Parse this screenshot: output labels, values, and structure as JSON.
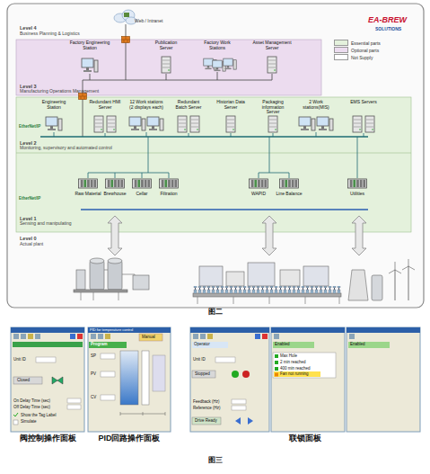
{
  "diagram": {
    "title": "图二",
    "caption": "图三",
    "nodes": [
      {
        "text": [
          "Level 3",
          "Manufacturing Operations Management"
        ]
      },
      {
        "text": [
          "Factory Engineering Station"
        ],
        "in": 0
      },
      {
        "text": [
          "Publication Server"
        ],
        "in": 0
      },
      {
        "text": [
          "Factory Work Stations"
        ],
        "in": 0
      },
      {
        "text": [
          "Asset Management Server"
        ],
        "in": 0
      },
      {
        "text": [
          "Level 2",
          "Monitoring, supervisory and automated control"
        ]
      },
      {
        "text": [
          "Engineering Station"
        ],
        "in": 5
      },
      {
        "text": [
          "Redundant HMI Server"
        ],
        "in": 5
      },
      {
        "text": [
          "12 Work stations (2 displays each)"
        ],
        "in": 5
      },
      {
        "text": [
          "Redundant Batch Server"
        ],
        "in": 5
      },
      {
        "text": [
          "Historian Data Server"
        ],
        "in": 5
      },
      {
        "text": [
          "Packaging information Server"
        ],
        "in": 5
      },
      {
        "text": [
          "2 Work stations(MIS)"
        ],
        "in": 5
      },
      {
        "text": [
          "EMS Servers"
        ],
        "in": 5
      },
      {
        "text": [
          "Level 1",
          "Sensing and manipulating"
        ]
      },
      {
        "text": [
          "Raw Material"
        ],
        "in": 14
      },
      {
        "text": [
          "Brewhouse"
        ],
        "in": 14
      },
      {
        "text": [
          "Cellar"
        ],
        "in": 14
      },
      {
        "text": [
          "Filtration"
        ],
        "in": 14
      },
      {
        "text": [
          "WAPID"
        ],
        "in": 14
      },
      {
        "text": [
          "Line Balance"
        ],
        "in": 14
      },
      {
        "text": [
          "Utilities"
        ],
        "in": 14
      },
      {
        "text": [
          "阀控制操作面板"
        ]
      },
      {
        "text": [
          "PID回路操作面板"
        ]
      },
      {
        "text": [
          "联锁面板"
        ]
      }
    ],
    "labels": [
      "Web / Intranet",
      "EA-BREW",
      "SOLUTIONS",
      "Level 4",
      "Business Planning & Logistics",
      "EtherNet/IP",
      "EtherNet/IP",
      "Level 0",
      "Actual plant",
      "Unit ID",
      "Closed",
      "On Delay Time (sec)",
      "Off Delay Time (sec)",
      "Show the Tag Label",
      "Simulate",
      "PID for temperature control",
      "Manual",
      "Program",
      "SP",
      "PV",
      "CV",
      "Operator",
      "Unit ID",
      "Stopped",
      "Feedback (Hz)",
      "Reference (Hz)",
      "Drive Ready",
      "Enabled",
      "Max Hole",
      "2 min reached",
      "400 min reached",
      "Fan not running",
      "Enabled"
    ],
    "legend": [
      {
        "text": "Essential parts",
        "color": "#e4f1dc"
      },
      {
        "text": "Optional parts",
        "color": "#ecdcef"
      },
      {
        "text": "Not Supply",
        "color": "#ffffff"
      }
    ]
  }
}
